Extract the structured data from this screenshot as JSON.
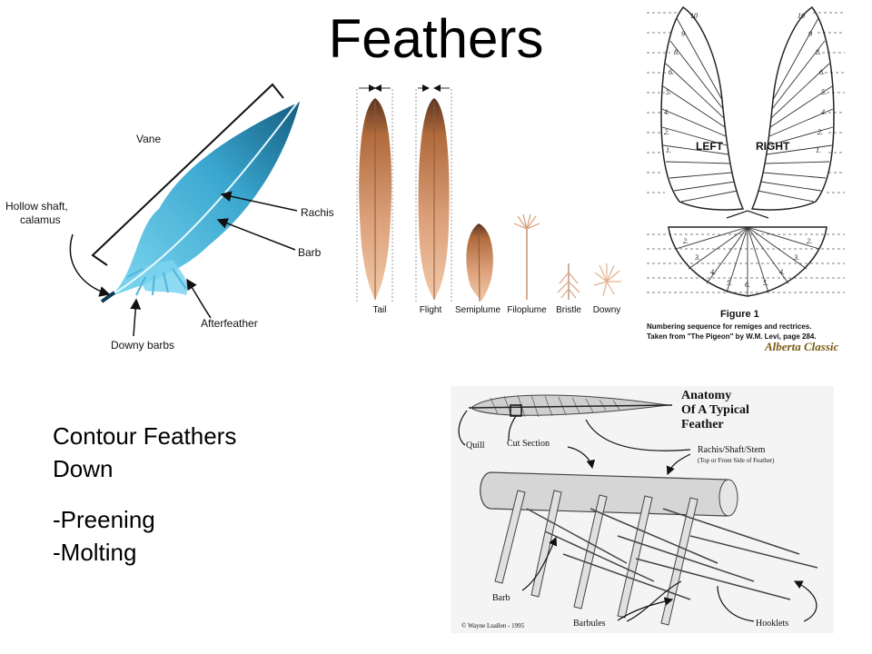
{
  "slide": {
    "title": "Feathers",
    "bullets": {
      "items_group1": [
        "Contour Feathers",
        "Down"
      ],
      "items_group2": [
        "-Preening",
        "-Molting"
      ]
    }
  },
  "feather_anatomy": {
    "labels": {
      "vane": "Vane",
      "hollow_shaft_line1": "Hollow shaft,",
      "hollow_shaft_line2": "calamus",
      "rachis": "Rachis",
      "barb": "Barb",
      "afterfeather": "Afterfeather",
      "downy_barbs": "Downy barbs"
    },
    "colors": {
      "vane_dark": "#1a6f93",
      "vane_light": "#5fc7e6"
    }
  },
  "feather_types": {
    "labels": [
      "Tail",
      "Flight",
      "Semiplume",
      "Filoplume",
      "Bristle",
      "Downy"
    ],
    "colors": {
      "brown_dark": "#6b3f23",
      "brown_light": "#e8b48d"
    }
  },
  "pigeon_wings": {
    "left": "LEFT",
    "right": "RIGHT",
    "figure_title": "Figure 1",
    "caption_line1": "Numbering sequence for remiges and rectrices.",
    "caption_line2": "Taken from \"The Pigeon\" by W.M. Levi, page 284.",
    "brand": "Alberta Classic"
  },
  "typical_feather": {
    "title_line1": "Anatomy",
    "title_line2": "Of A Typical",
    "title_line3": "Feather",
    "quill": "Quill",
    "cut_section": "Cut Section",
    "rachis_line1": "Rachis/Shaft/Stem",
    "rachis_line2": "(Top or Front Side of Feather)",
    "barb": "Barb",
    "barbules": "Barbules",
    "hooklets": "Hooklets",
    "copyright": "© Wayne Luallen - 1995"
  }
}
